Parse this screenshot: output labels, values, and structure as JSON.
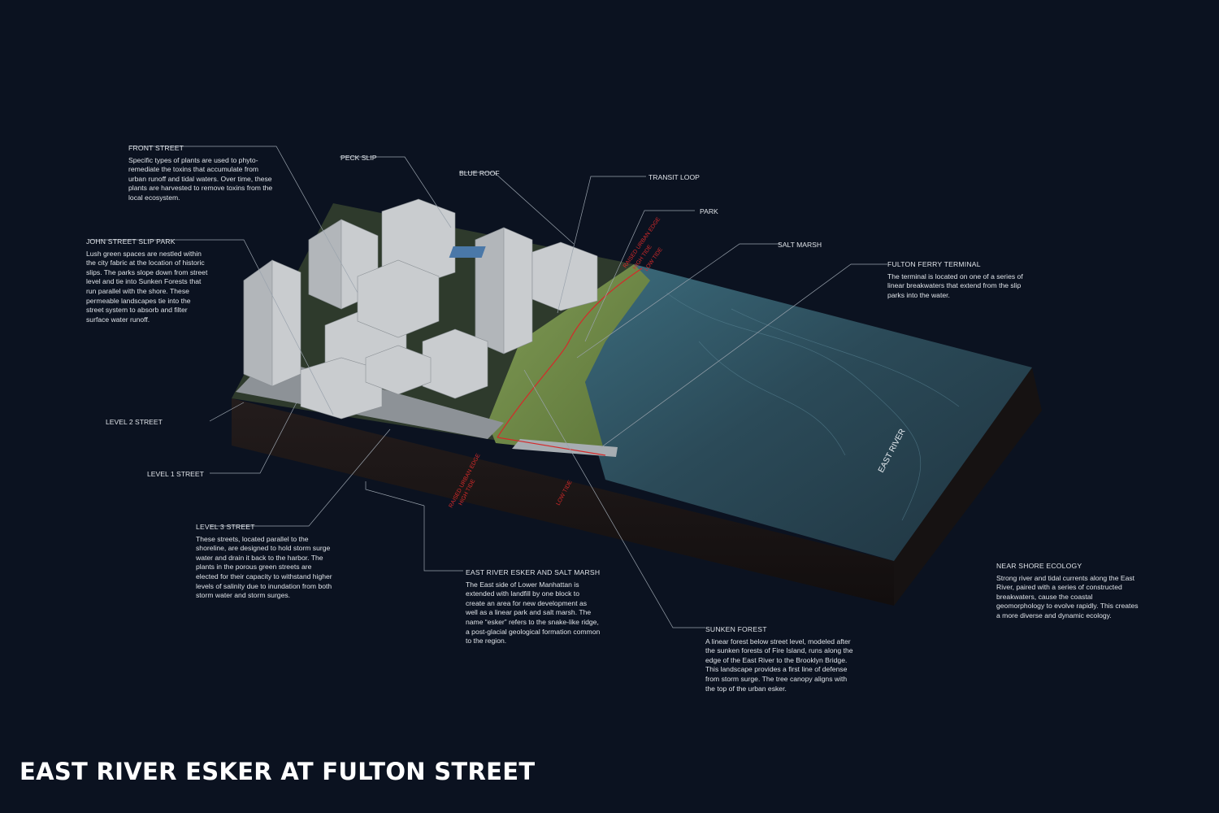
{
  "title": "EAST RIVER ESKER AT FULTON STREET",
  "labels": {
    "peck_slip": "PECK SLIP",
    "blue_roof": "BLUE ROOF",
    "transit_loop": "TRANSIT LOOP",
    "park": "PARK",
    "salt_marsh": "SALT MARSH",
    "level2_street": "LEVEL 2 STREET",
    "level1_street": "LEVEL 1 STREET",
    "east_river": "EAST RIVER"
  },
  "edge_labels": {
    "raised_urban_edge": "RAISED URBAN EDGE",
    "high_tide": "HIGH TIDE",
    "low_tide": "LOW TIDE"
  },
  "notes": {
    "front_street": {
      "title": "FRONT STREET",
      "body": "Specific types of plants are used to phyto-remediate the toxins that accumulate from urban runoff and tidal waters. Over time, these plants are harvested to remove toxins from the local ecosystem."
    },
    "john_street": {
      "title": "JOHN STREET SLIP PARK",
      "body": "Lush green spaces are nestled within the city fabric at the location of historic slips. The parks slope down from street level and tie into Sunken Forests that run parallel with the shore. These permeable landscapes tie into the street system to absorb and filter surface water runoff."
    },
    "fulton_ferry": {
      "title": "FULTON FERRY TERMINAL",
      "body": "The terminal is located on one of a series of linear breakwaters that extend from the slip parks into the water."
    },
    "level3_street": {
      "title": "LEVEL 3 STREET",
      "body": "These streets, located parallel to the shoreline, are designed to hold storm surge water and drain it back to the harbor. The plants in the porous green streets are elected for their capacity to withstand higher levels of salinity due to inundation from both storm water and storm surges."
    },
    "esker_marsh": {
      "title": "EAST RIVER ESKER AND SALT MARSH",
      "body": "The East side of Lower Manhattan is extended with landfill by one block to create an area for new development as well as a linear park and salt marsh. The name “esker” refers to the snake-like ridge, a post-glacial geological formation common to the region."
    },
    "sunken_forest": {
      "title": "SUNKEN FOREST",
      "body": "A linear forest below street level, modeled after the sunken forests of Fire Island, runs along the edge of the East River to the Brooklyn Bridge. This landscape provides a first line of defense from storm surge. The tree canopy aligns with the top of the urban esker."
    },
    "near_shore": {
      "title": "NEAR SHORE ECOLOGY",
      "body": "Strong river and tidal currents along the East River, paired with a series of constructed breakwaters, cause the coastal geomorphology to evolve rapidly. This creates a more diverse and dynamic ecology."
    }
  },
  "colors": {
    "background": "#0b1220",
    "water": "#2f5566",
    "marsh": "#6f8a4a",
    "buildings": "#c9cccf",
    "soil": "#1a1515",
    "edge_line": "#d42a2a",
    "leader": "#9aa3ad"
  }
}
